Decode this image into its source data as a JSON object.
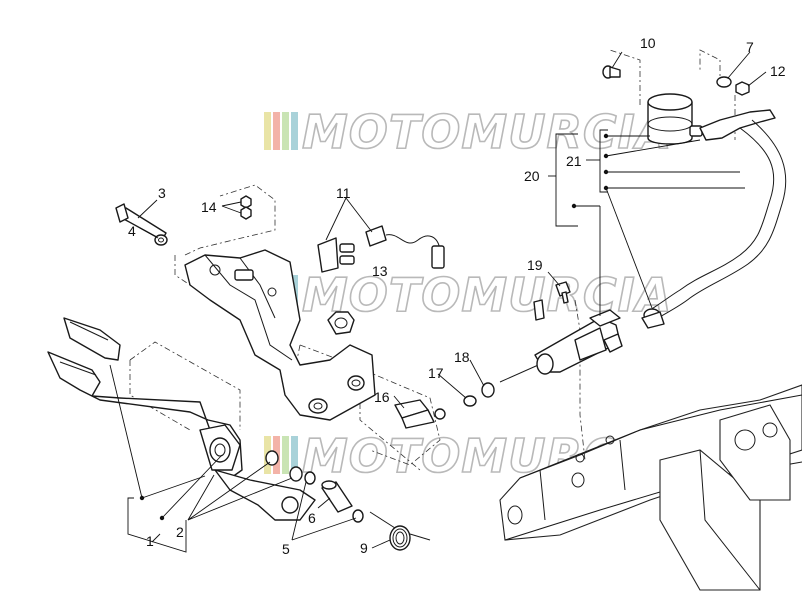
{
  "watermark": {
    "text": "MOTOMURCIA",
    "colors": [
      "#e9e4a6",
      "#f3b3a8",
      "#c9e4b4",
      "#a9d2d9"
    ]
  },
  "callouts": [
    {
      "id": "c1",
      "label": "1"
    },
    {
      "id": "c2",
      "label": "2"
    },
    {
      "id": "c3",
      "label": "3"
    },
    {
      "id": "c4",
      "label": "4"
    },
    {
      "id": "c5",
      "label": "5"
    },
    {
      "id": "c6",
      "label": "6"
    },
    {
      "id": "c7",
      "label": "7"
    },
    {
      "id": "c9",
      "label": "9"
    },
    {
      "id": "c10",
      "label": "10"
    },
    {
      "id": "c11",
      "label": "11"
    },
    {
      "id": "c12",
      "label": "12"
    },
    {
      "id": "c13",
      "label": "13"
    },
    {
      "id": "c14",
      "label": "14"
    },
    {
      "id": "c16",
      "label": "16"
    },
    {
      "id": "c17",
      "label": "17"
    },
    {
      "id": "c18",
      "label": "18"
    },
    {
      "id": "c19",
      "label": "19"
    },
    {
      "id": "c20",
      "label": "20"
    },
    {
      "id": "c21",
      "label": "21"
    }
  ]
}
